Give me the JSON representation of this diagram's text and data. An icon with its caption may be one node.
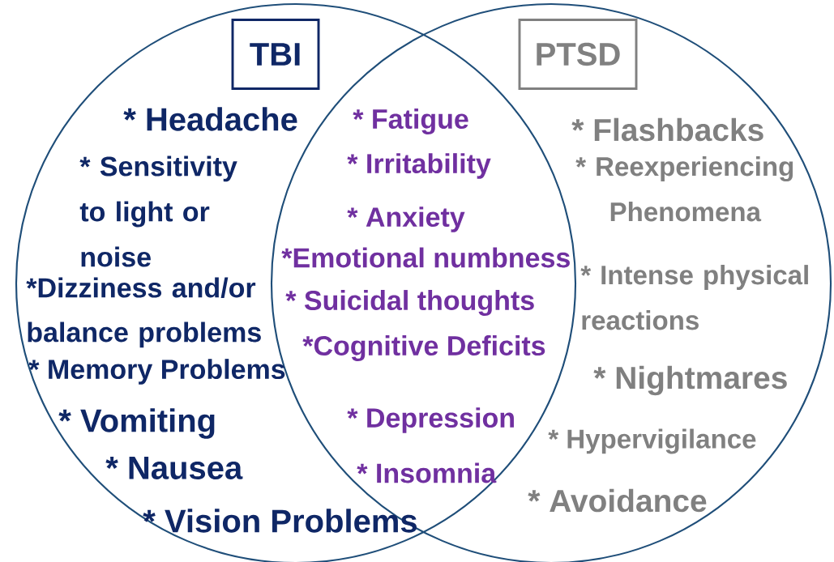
{
  "diagram": {
    "nodes": [
      {
        "text": [],
        "shape": "circle"
      },
      {
        "text": [],
        "shape": "circle"
      },
      {
        "text": [
          "TBI"
        ],
        "in": 0
      },
      {
        "text": [
          "PTSD"
        ],
        "in": 1
      }
    ],
    "labels": [
      "* Headache",
      "* Sensitivity to light or noise",
      "*Dizziness and/or balance problems",
      "* Memory Problems",
      "* Vomiting",
      "* Nausea",
      "* Vision Problems",
      "* Fatigue",
      "* Irritability",
      "* Anxiety",
      "*Emotional numbness",
      "* Suicidal thoughts",
      "*Cognitive Deficits",
      "* Depression",
      "* Insomnia",
      "* Flashbacks",
      "* Reexperiencing Phenomena",
      "* Intense physical reactions",
      "* Nightmares",
      "* Hypervigilance",
      "* Avoidance"
    ]
  }
}
